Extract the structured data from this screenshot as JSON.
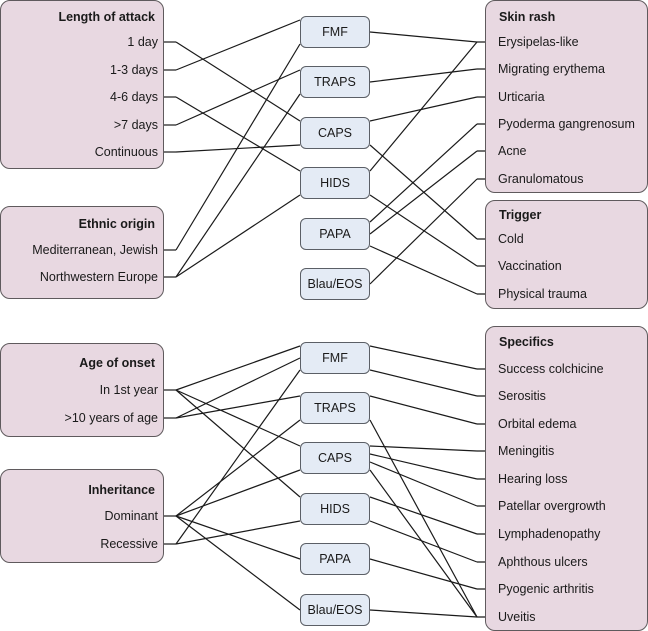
{
  "diseases": [
    "FMF",
    "TRAPS",
    "CAPS",
    "HIDS",
    "PAPA",
    "Blau/EOS"
  ],
  "top": {
    "left_groups": [
      {
        "title": "Length of attack",
        "items": [
          "1 day",
          "1-3 days",
          "4-6 days",
          ">7 days",
          "Continuous"
        ]
      },
      {
        "title": "Ethnic origin",
        "items": [
          "Mediterranean, Jewish",
          "Northwestern Europe"
        ]
      }
    ],
    "right_groups": [
      {
        "title": "Skin rash",
        "items": [
          "Erysipelas-like",
          "Migrating erythema",
          "Urticaria",
          "Pyoderma gangrenosum",
          "Acne",
          "Granulomatous"
        ]
      },
      {
        "title": "Trigger",
        "items": [
          "Cold",
          "Vaccination",
          "Physical trauma"
        ]
      }
    ],
    "left_links": [
      [
        "1 day",
        "CAPS"
      ],
      [
        "1-3 days",
        "FMF"
      ],
      [
        "4-6 days",
        "HIDS"
      ],
      [
        ">7 days",
        "TRAPS"
      ],
      [
        "Continuous",
        "CAPS"
      ],
      [
        "Mediterranean, Jewish",
        "FMF"
      ],
      [
        "Northwestern Europe",
        "TRAPS"
      ],
      [
        "Northwestern Europe",
        "HIDS"
      ]
    ],
    "right_links": [
      [
        "FMF",
        "Erysipelas-like"
      ],
      [
        "TRAPS",
        "Migrating erythema"
      ],
      [
        "CAPS",
        "Urticaria"
      ],
      [
        "CAPS",
        "Cold"
      ],
      [
        "HIDS",
        "Erysipelas-like"
      ],
      [
        "HIDS",
        "Vaccination"
      ],
      [
        "PAPA",
        "Pyoderma gangrenosum"
      ],
      [
        "PAPA",
        "Acne"
      ],
      [
        "PAPA",
        "Physical trauma"
      ],
      [
        "Blau/EOS",
        "Granulomatous"
      ]
    ]
  },
  "bottom": {
    "left_groups": [
      {
        "title": "Age of onset",
        "items": [
          "In 1st year",
          ">10 years of age"
        ]
      },
      {
        "title": "Inheritance",
        "items": [
          "Dominant",
          "Recessive"
        ]
      }
    ],
    "right_groups": [
      {
        "title": "Specifics",
        "items": [
          "Success colchicine",
          "Serositis",
          "Orbital edema",
          "Meningitis",
          "Hearing loss",
          "Patellar overgrowth",
          "Lymphadenopathy",
          "Aphthous ulcers",
          "Pyogenic arthritis",
          "Uveitis"
        ]
      }
    ],
    "left_links": [
      [
        "In 1st year",
        "FMF"
      ],
      [
        "In 1st year",
        "CAPS"
      ],
      [
        "In 1st year",
        "HIDS"
      ],
      [
        ">10 years of age",
        "FMF"
      ],
      [
        ">10 years of age",
        "TRAPS"
      ],
      [
        "Dominant",
        "TRAPS"
      ],
      [
        "Dominant",
        "CAPS"
      ],
      [
        "Dominant",
        "PAPA"
      ],
      [
        "Dominant",
        "Blau/EOS"
      ],
      [
        "Recessive",
        "FMF"
      ],
      [
        "Recessive",
        "HIDS"
      ]
    ],
    "right_links": [
      [
        "FMF",
        "Success colchicine"
      ],
      [
        "FMF",
        "Serositis"
      ],
      [
        "TRAPS",
        "Orbital edema"
      ],
      [
        "TRAPS",
        "Uveitis"
      ],
      [
        "CAPS",
        "Meningitis"
      ],
      [
        "CAPS",
        "Hearing loss"
      ],
      [
        "CAPS",
        "Patellar overgrowth"
      ],
      [
        "CAPS",
        "Uveitis"
      ],
      [
        "HIDS",
        "Lymphadenopathy"
      ],
      [
        "HIDS",
        "Aphthous ulcers"
      ],
      [
        "PAPA",
        "Pyogenic arthritis"
      ],
      [
        "Blau/EOS",
        "Uveitis"
      ]
    ]
  }
}
